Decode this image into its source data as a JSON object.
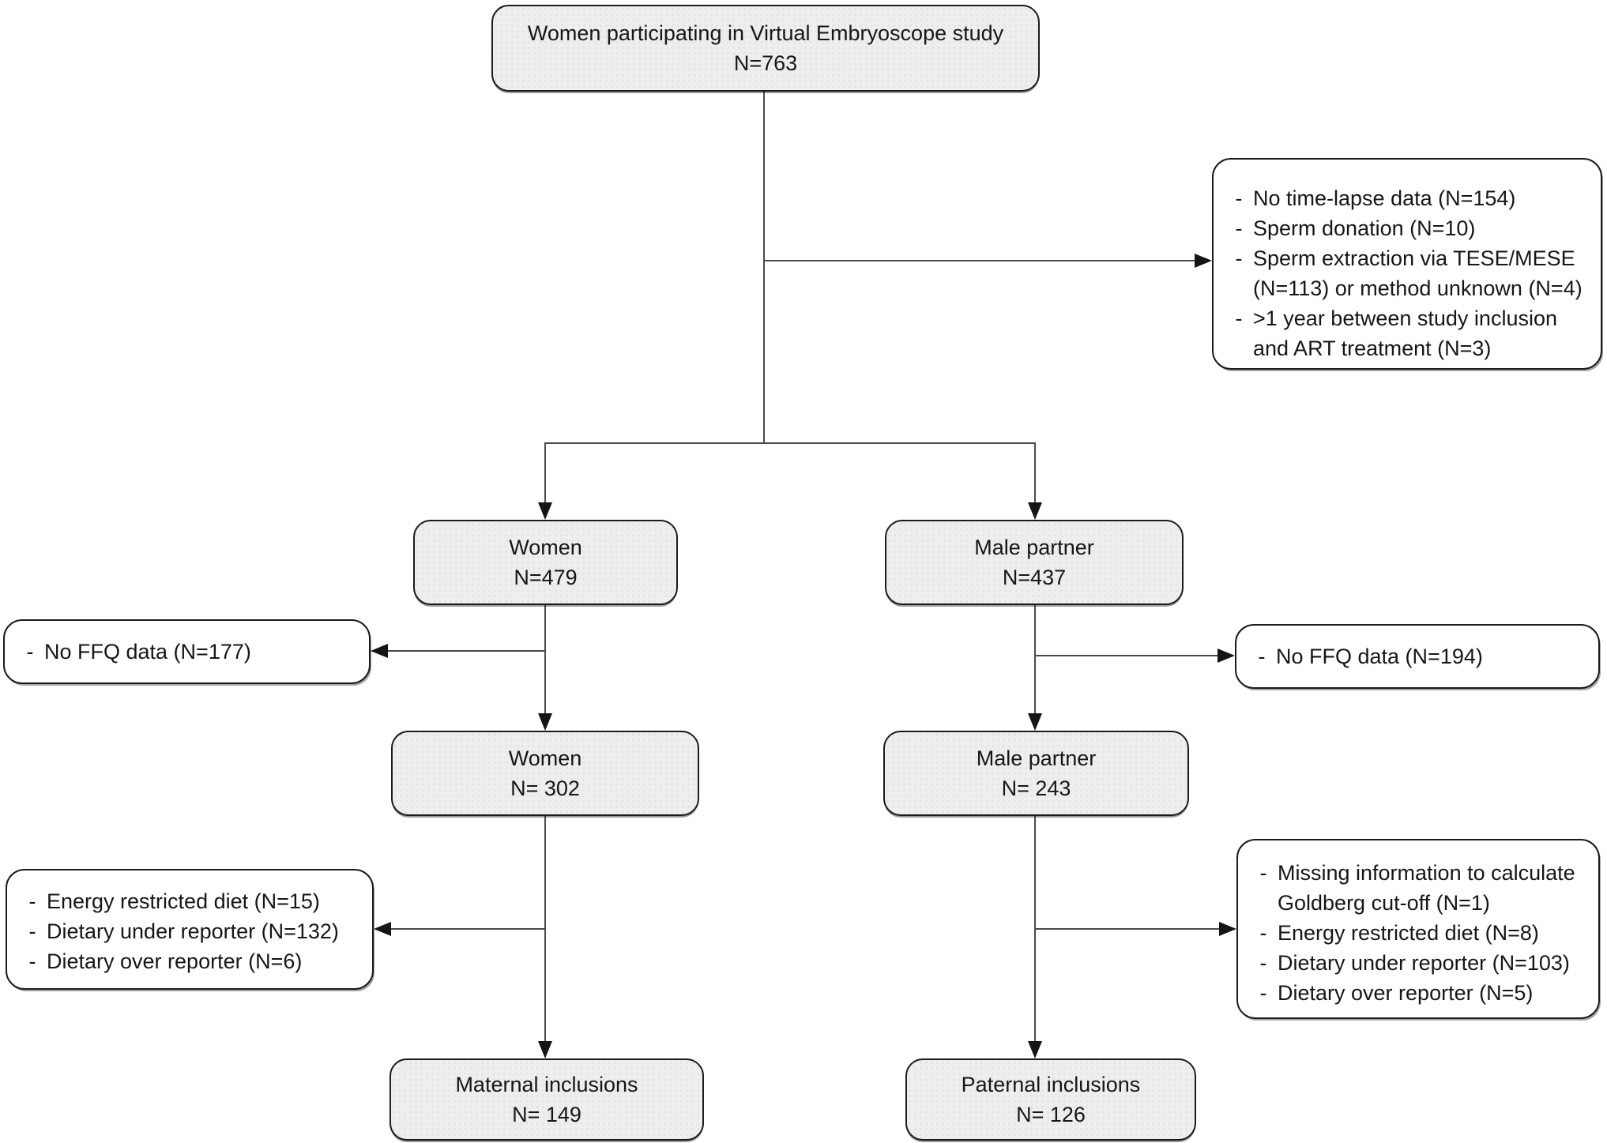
{
  "diagram": {
    "bullet": "-",
    "colors": {
      "node_fill": "#eeeeee",
      "note_fill": "#ffffff",
      "border": "#1b1b1b",
      "line": "#4a4a4a"
    },
    "nodes": {
      "top": {
        "line1": "Women participating in Virtual Embryoscope study",
        "line2": "N=763"
      },
      "women1": {
        "line1": "Women",
        "line2": "N=479"
      },
      "male1": {
        "line1": "Male partner",
        "line2": "N=437"
      },
      "women2": {
        "line1": "Women",
        "line2": "N= 302"
      },
      "male2": {
        "line1": "Male partner",
        "line2": "N= 243"
      },
      "maternal": {
        "line1": "Maternal inclusions",
        "line2": "N= 149"
      },
      "paternal": {
        "line1": "Paternal inclusions",
        "line2": "N= 126"
      }
    },
    "exclusions": {
      "excl_top": {
        "items": [
          "No time-lapse data (N=154)",
          "Sperm donation (N=10)",
          "Sperm extraction via TESE/MESE (N=113) or method unknown (N=4)",
          ">1 year between study inclusion and ART treatment (N=3)"
        ]
      },
      "ffq_left": {
        "items": [
          "No FFQ data (N=177)"
        ]
      },
      "ffq_right": {
        "items": [
          "No FFQ data (N=194)"
        ]
      },
      "excl_left2": {
        "items": [
          "Energy restricted diet (N=15)",
          "Dietary under reporter (N=132)",
          "Dietary over reporter (N=6)"
        ]
      },
      "excl_right2": {
        "items": [
          "Missing information to calculate Goldberg cut-off (N=1)",
          "Energy restricted diet (N=8)",
          "Dietary under reporter (N=103)",
          "Dietary over reporter (N=5)"
        ]
      }
    }
  }
}
